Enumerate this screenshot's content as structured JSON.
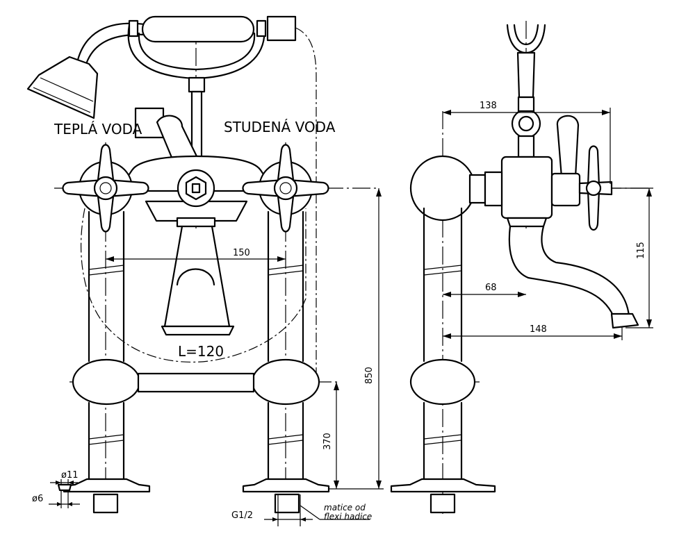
{
  "labels": {
    "warm_water": "TEPLÁ VODA",
    "cold_water": "STUDENÁ VODA",
    "length": "L=120",
    "hose_nut_line1": "matice od",
    "hose_nut_line2": "flexi hadice"
  },
  "dimensions": {
    "spacing": "150",
    "height_total": "850",
    "height_mid": "370",
    "diameter_11": "ø11",
    "diameter_6": "ø6",
    "thread": "G1/2",
    "reach_head": "138",
    "spout_drop": "115",
    "reach_68": "68",
    "reach_148": "148"
  }
}
